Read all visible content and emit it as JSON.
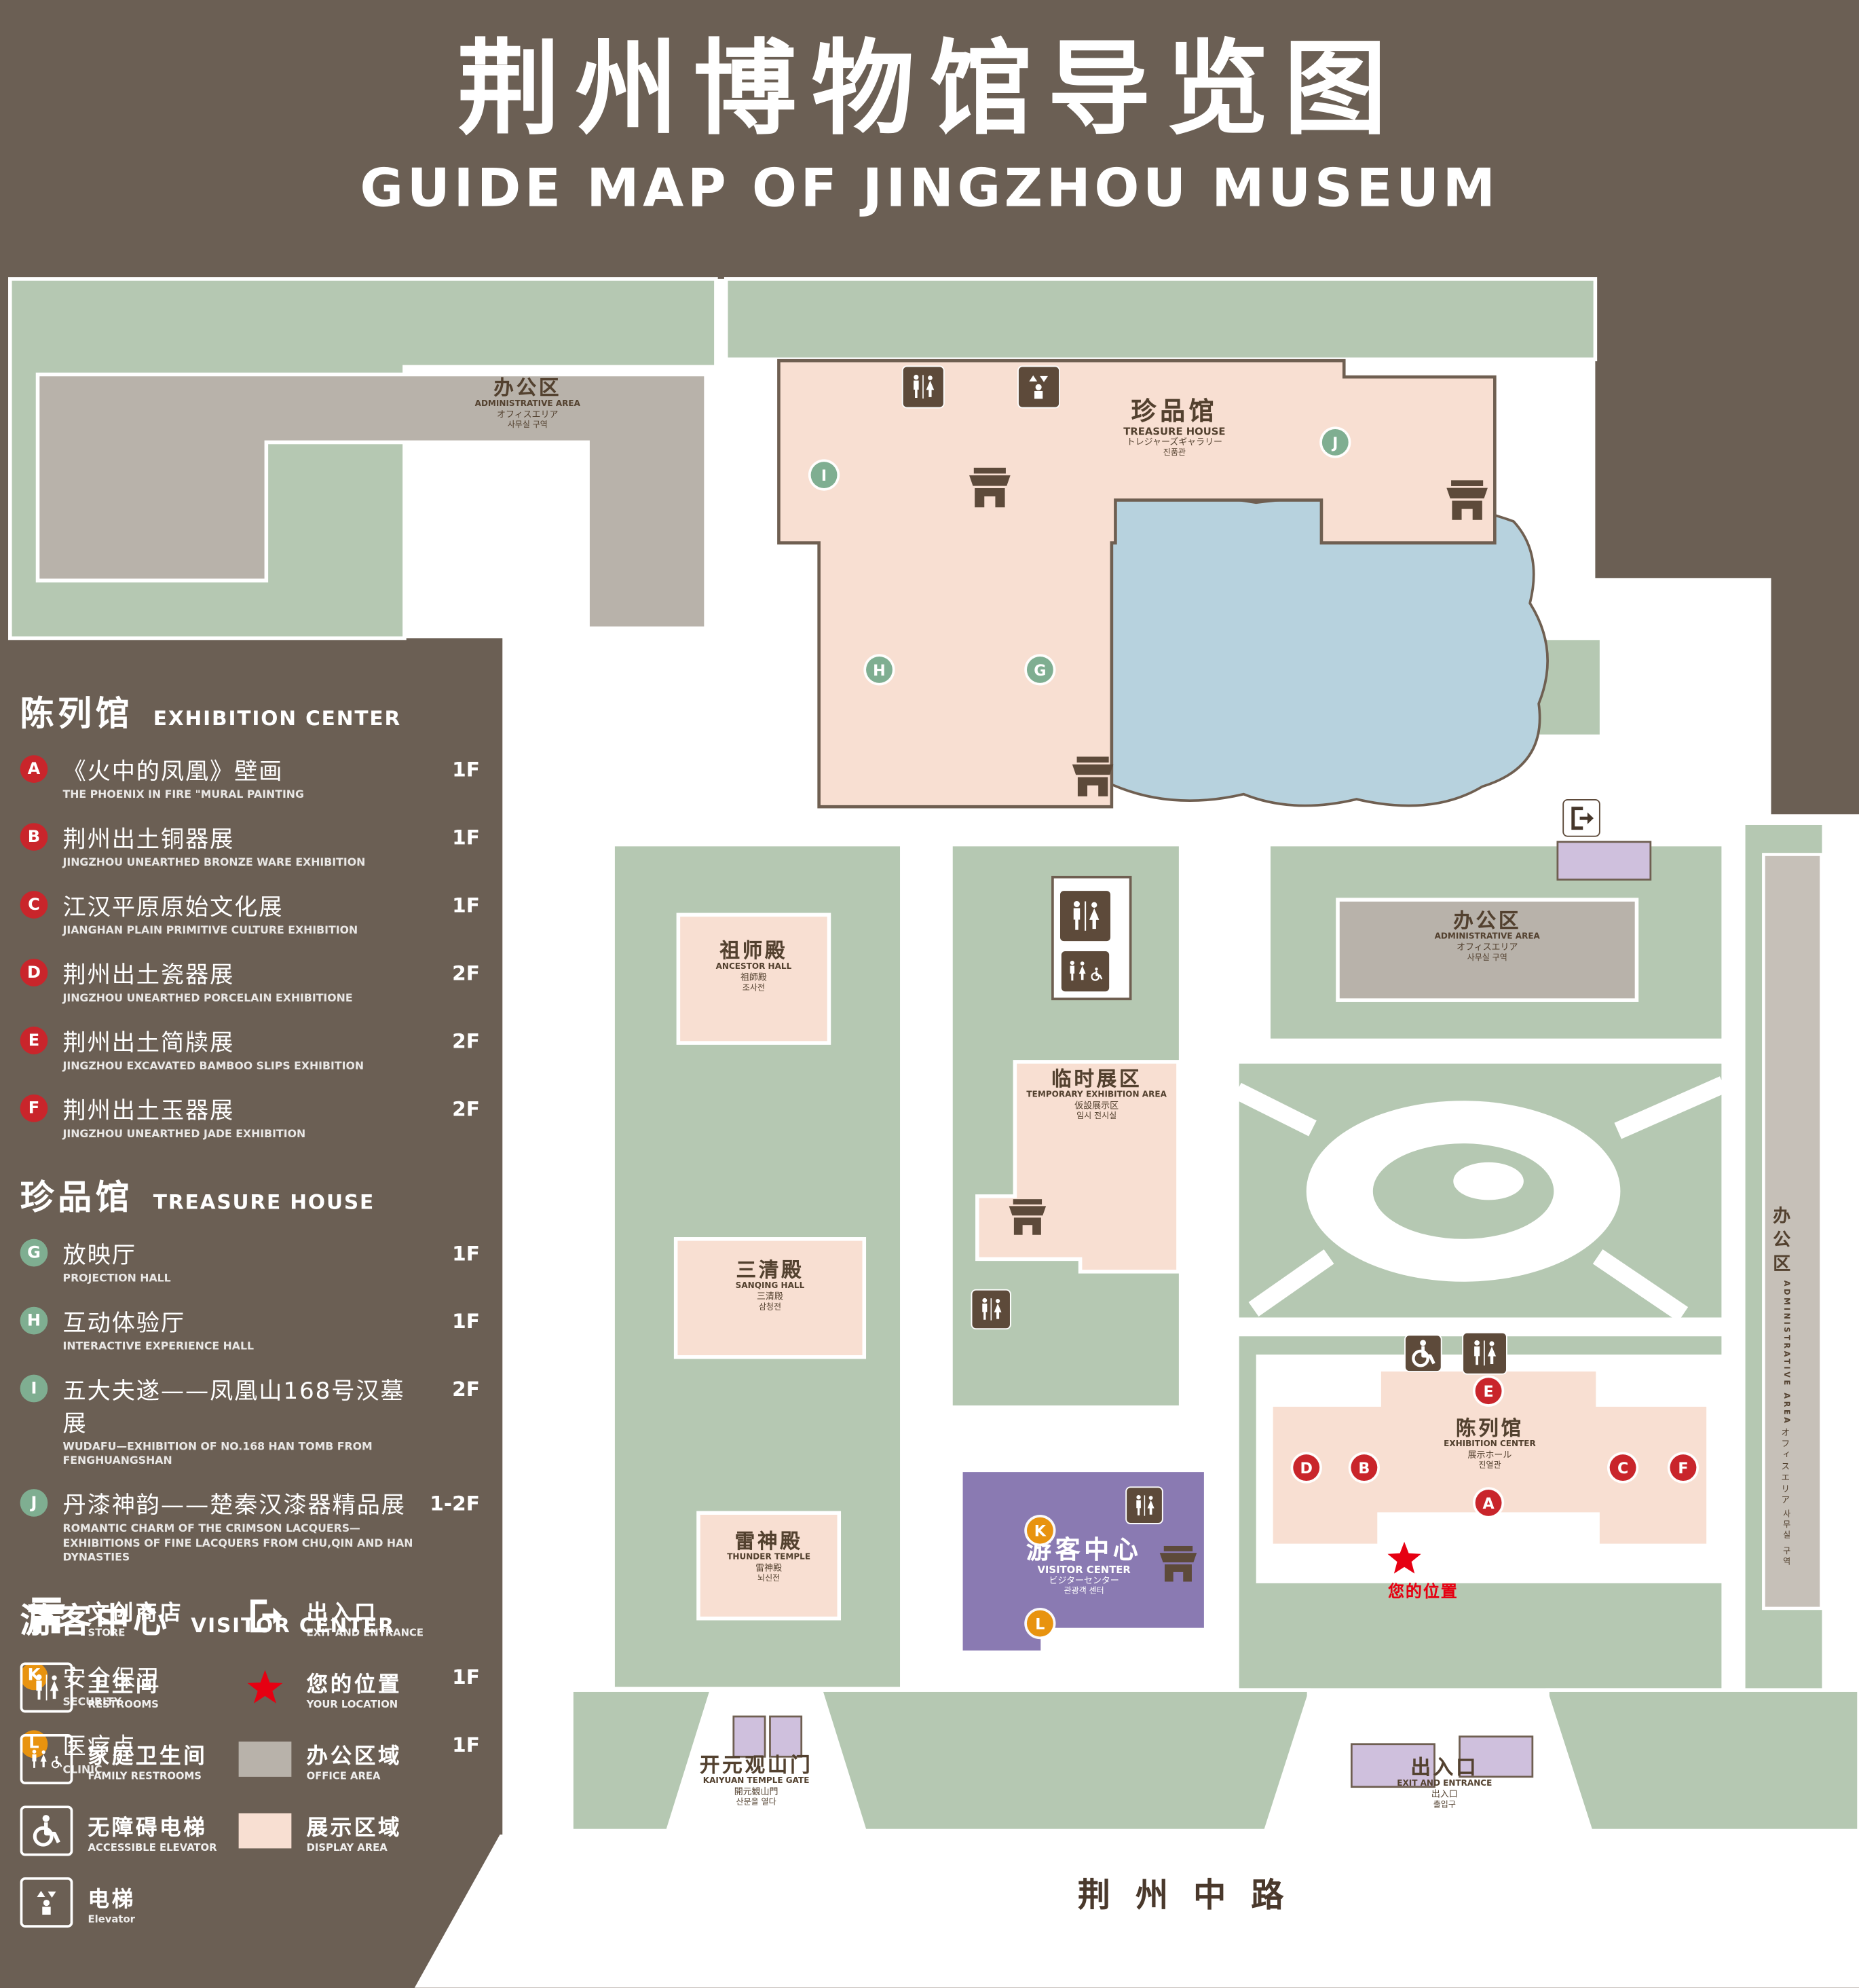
{
  "header": {
    "title_zh": "荆州博物馆导览图",
    "title_en": "GUIDE MAP OF JINGZHOU MUSEUM"
  },
  "sidebar": {
    "sections": [
      {
        "zh": "陈列馆",
        "en": "EXHIBITION CENTER",
        "items": [
          {
            "letter": "A",
            "zh": "《火中的凤凰》壁画",
            "en": "THE PHOENIX IN FIRE \"MURAL PAINTING",
            "floor": "1F"
          },
          {
            "letter": "B",
            "zh": "荆州出土铜器展",
            "en": "JINGZHOU UNEARTHED BRONZE WARE EXHIBITION",
            "floor": "1F"
          },
          {
            "letter": "C",
            "zh": "江汉平原原始文化展",
            "en": "JIANGHAN PLAIN PRIMITIVE CULTURE EXHIBITION",
            "floor": "1F"
          },
          {
            "letter": "D",
            "zh": "荆州出土瓷器展",
            "en": "JINGZHOU UNEARTHED PORCELAIN EXHIBITIONE",
            "floor": "2F"
          },
          {
            "letter": "E",
            "zh": "荆州出土简牍展",
            "en": "JINGZHOU EXCAVATED BAMBOO SLIPS EXHIBITION",
            "floor": "2F"
          },
          {
            "letter": "F",
            "zh": "荆州出土玉器展",
            "en": "JINGZHOU UNEARTHED JADE EXHIBITION",
            "floor": "2F"
          }
        ]
      },
      {
        "zh": "珍品馆",
        "en": "TREASURE HOUSE",
        "items": [
          {
            "letter": "G",
            "zh": "放映厅",
            "en": "PROJECTION HALL",
            "floor": "1F"
          },
          {
            "letter": "H",
            "zh": "互动体验厅",
            "en": "INTERACTIVE EXPERIENCE HALL",
            "floor": "1F"
          },
          {
            "letter": "I",
            "zh": "五大夫遂——凤凰山168号汉墓展",
            "en": "WUDAFU—EXHIBITION OF NO.168 HAN TOMB FROM FENGHUANGSHAN",
            "floor": "2F"
          },
          {
            "letter": "J",
            "zh": "丹漆神韵——楚秦汉漆器精品展",
            "en": "ROMANTIC CHARM OF THE CRIMSON LACQUERS—EXHIBITIONS OF FINE LACQUERS FROM CHU,QIN AND HAN DYNASTIES",
            "floor": "1-2F"
          }
        ]
      },
      {
        "zh": "游客中心",
        "en": "VISITOR CENTER",
        "items": [
          {
            "letter": "K",
            "zh": "安全保卫",
            "en": "SECURITY",
            "floor": "1F"
          },
          {
            "letter": "L",
            "zh": "医疗点",
            "en": "CLINIC",
            "floor": "1F"
          }
        ]
      }
    ]
  },
  "legend": {
    "store": {
      "zh": "文创商店",
      "en": "STORE"
    },
    "exit": {
      "zh": "出入口",
      "en": "EXIT AND ENTRANCE"
    },
    "restroom": {
      "zh": "卫生间",
      "en": "RESTROOMS"
    },
    "location": {
      "zh": "您的位置",
      "en": "YOUR LOCATION"
    },
    "family": {
      "zh": "家庭卫生间",
      "en": "FAMILY RESTROOMS"
    },
    "office": {
      "zh": "办公区域",
      "en": "OFFICE AREA"
    },
    "accessible": {
      "zh": "无障碍电梯",
      "en": "ACCESSIBLE ELEVATOR"
    },
    "display": {
      "zh": "展示区域",
      "en": "DISPLAY AREA"
    },
    "elevator": {
      "zh": "电梯",
      "en": "Elevator"
    }
  },
  "map": {
    "admin": {
      "zh": "办公区",
      "en": "ADMINISTRATIVE AREA",
      "ja": "オフィスエリア",
      "ko": "사무실 구역"
    },
    "treasure": {
      "zh": "珍品馆",
      "en": "TREASURE HOUSE",
      "ja": "トレジャーズギャラリー",
      "ko": "진품관"
    },
    "ancestor": {
      "zh": "祖师殿",
      "en": "ANCESTOR HALL",
      "ja": "祖師殿",
      "ko": "조사전"
    },
    "temporary": {
      "zh": "临时展区",
      "en": "TEMPORARY EXHIBITION AREA",
      "ja": "仮設展示区",
      "ko": "임시 전시실"
    },
    "sanqing": {
      "zh": "三清殿",
      "en": "SANQING HALL",
      "ja": "三清殿",
      "ko": "삼청전"
    },
    "thunder": {
      "zh": "雷神殿",
      "en": "THUNDER TEMPLE",
      "ja": "雷神殿",
      "ko": "뇌신전"
    },
    "visitor": {
      "zh": "游客中心",
      "en": "VISITOR CENTER",
      "ja": "ビジターセンター",
      "ko": "관광객 센터"
    },
    "exhibition": {
      "zh": "陈列馆",
      "en": "EXHIBITION CENTER",
      "ja": "展示ホール",
      "ko": "진열관"
    },
    "exit": {
      "zh": "出入口",
      "en": "EXIT AND ENTRANCE",
      "ja": "出入口",
      "ko": "출입구"
    },
    "gate": {
      "zh": "开元观山门",
      "en": "KAIYUAN TEMPLE GATE",
      "ja": "開元観山門",
      "ko": "산문을 열다"
    },
    "location": {
      "zh": "您的位置"
    },
    "road": {
      "zh": "荆州中路"
    },
    "markers": {
      "a": "A",
      "b": "B",
      "c": "C",
      "d": "D",
      "e": "E",
      "f": "F",
      "g": "G",
      "h": "H",
      "i": "I",
      "j": "J",
      "k": "K",
      "l": "L"
    }
  }
}
